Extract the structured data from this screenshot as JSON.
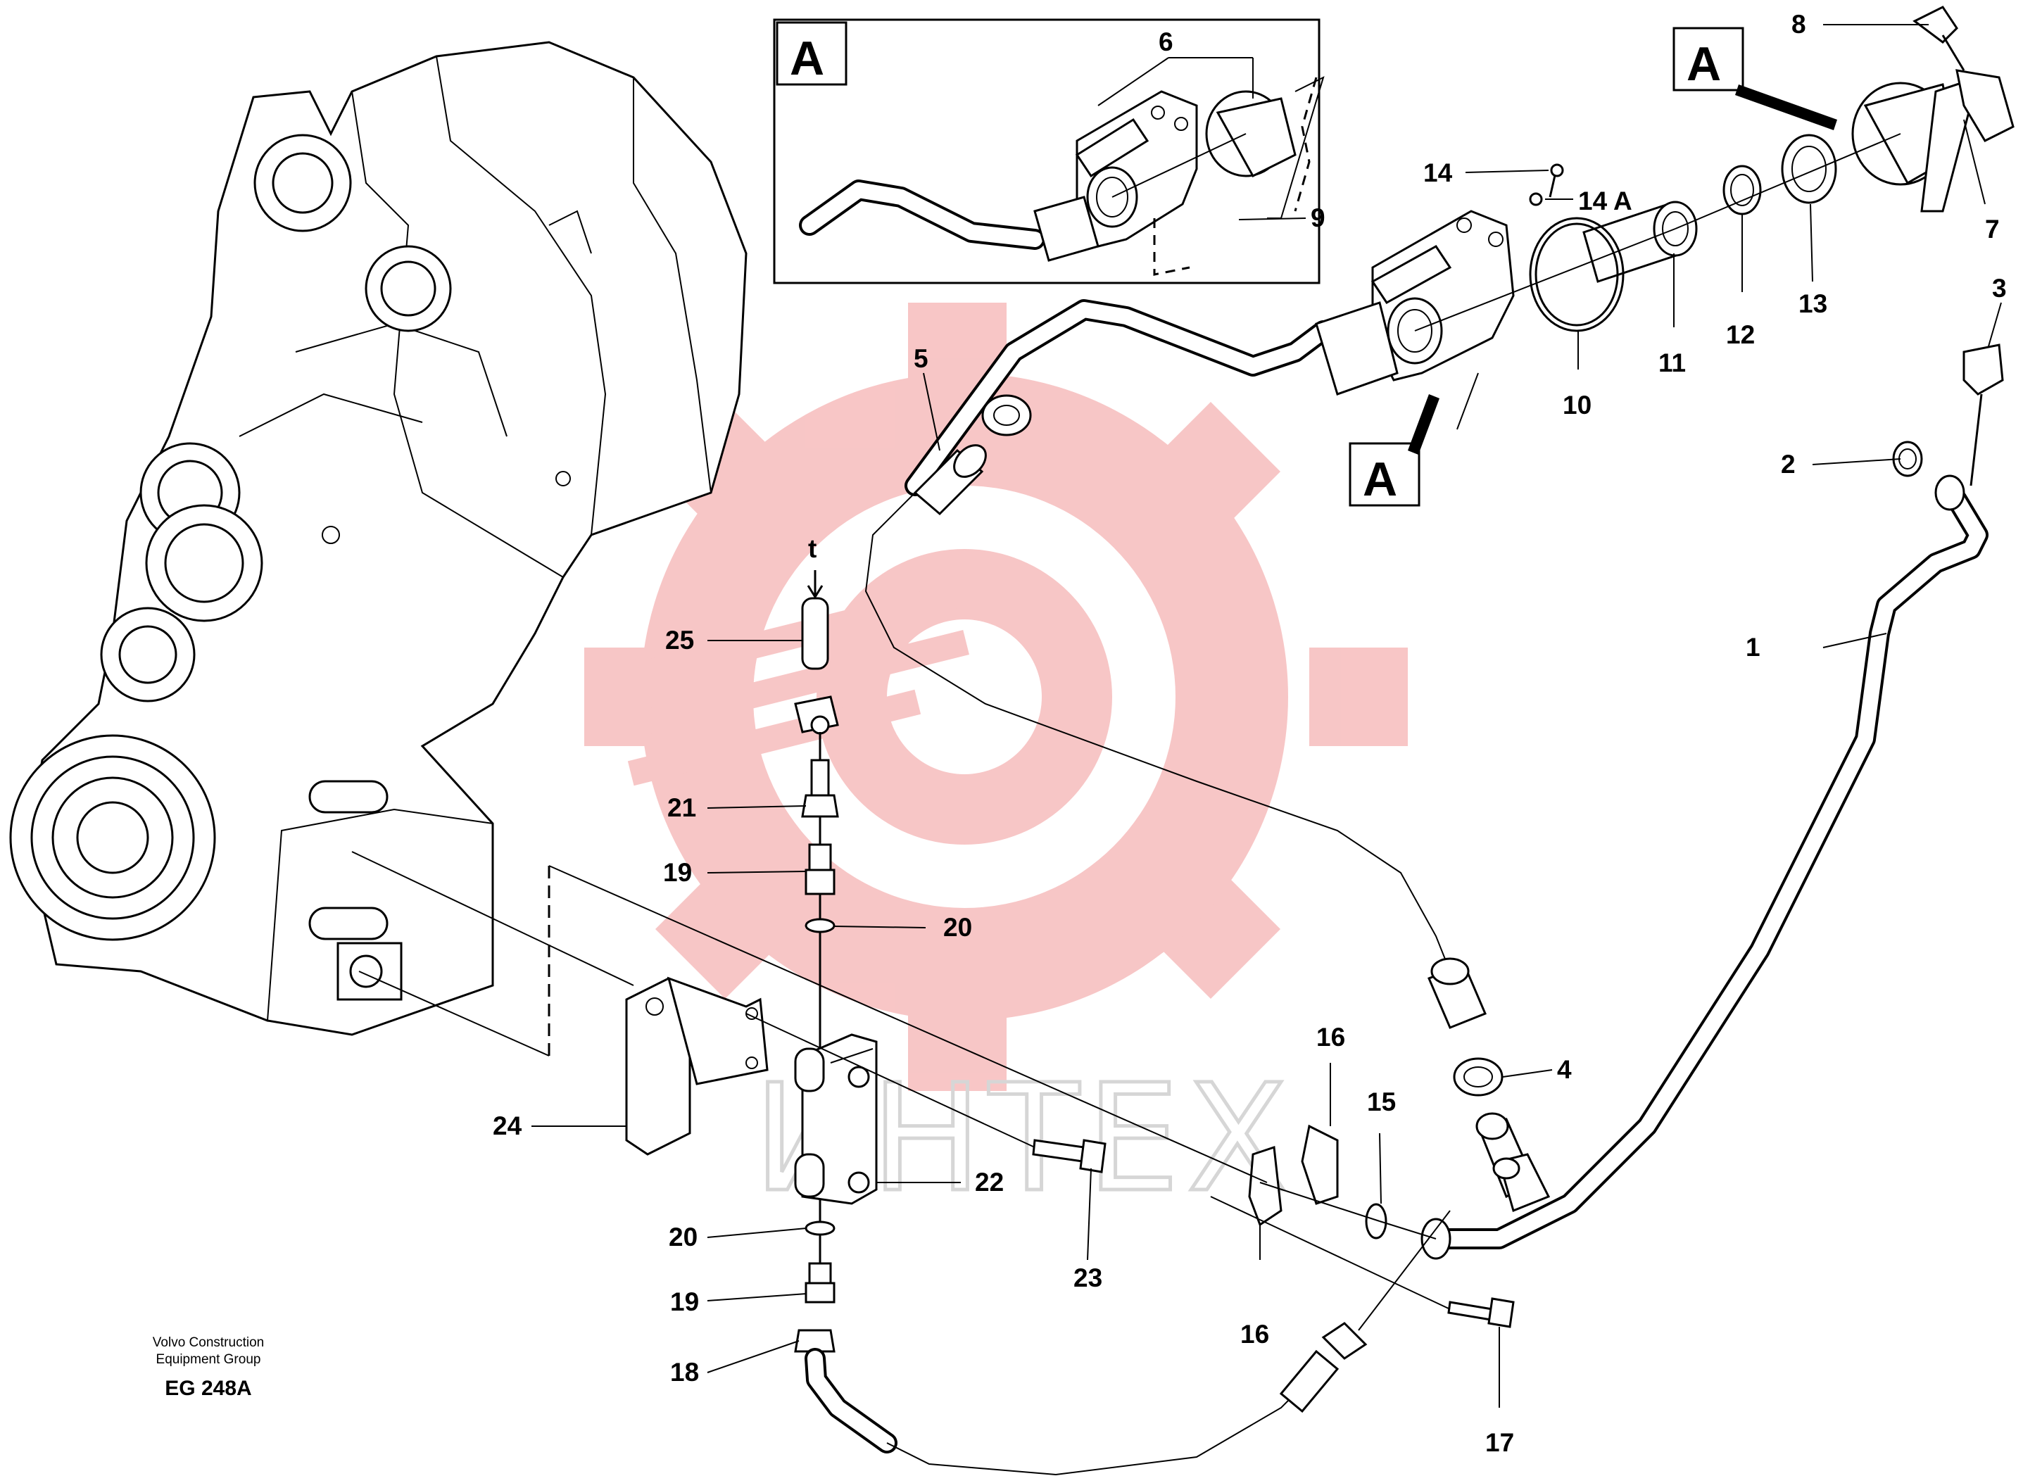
{
  "diagram": {
    "callouts": [
      {
        "id": "c1",
        "text": "1"
      },
      {
        "id": "c2",
        "text": "2"
      },
      {
        "id": "c3",
        "text": "3"
      },
      {
        "id": "c4",
        "text": "4"
      },
      {
        "id": "c5",
        "text": "5"
      },
      {
        "id": "c6",
        "text": "6"
      },
      {
        "id": "c7",
        "text": "7"
      },
      {
        "id": "c8",
        "text": "8"
      },
      {
        "id": "c9",
        "text": "9"
      },
      {
        "id": "c10",
        "text": "10"
      },
      {
        "id": "c11",
        "text": "11"
      },
      {
        "id": "c12",
        "text": "12"
      },
      {
        "id": "c13",
        "text": "13"
      },
      {
        "id": "c14",
        "text": "14"
      },
      {
        "id": "c14a",
        "text": "14 A"
      },
      {
        "id": "c15",
        "text": "15"
      },
      {
        "id": "c16a",
        "text": "16"
      },
      {
        "id": "c16b",
        "text": "16"
      },
      {
        "id": "c17",
        "text": "17"
      },
      {
        "id": "c18",
        "text": "18"
      },
      {
        "id": "c19a",
        "text": "19"
      },
      {
        "id": "c19b",
        "text": "19"
      },
      {
        "id": "c20a",
        "text": "20"
      },
      {
        "id": "c20b",
        "text": "20"
      },
      {
        "id": "c21",
        "text": "21"
      },
      {
        "id": "c22",
        "text": "22"
      },
      {
        "id": "c23",
        "text": "23"
      },
      {
        "id": "c24",
        "text": "24"
      },
      {
        "id": "c25",
        "text": "25"
      },
      {
        "id": "ct",
        "text": "t"
      }
    ],
    "view_label": "A",
    "caption_line1": "Volvo Construction",
    "caption_line2": "Equipment Group",
    "drawing_code": "EG 248A",
    "watermark_text": "ИНТЕХ",
    "colors": {
      "line": "#000000",
      "watermark_logo": "#f5b3b3",
      "watermark_text": "#d6d6d6",
      "background": "#ffffff"
    }
  }
}
